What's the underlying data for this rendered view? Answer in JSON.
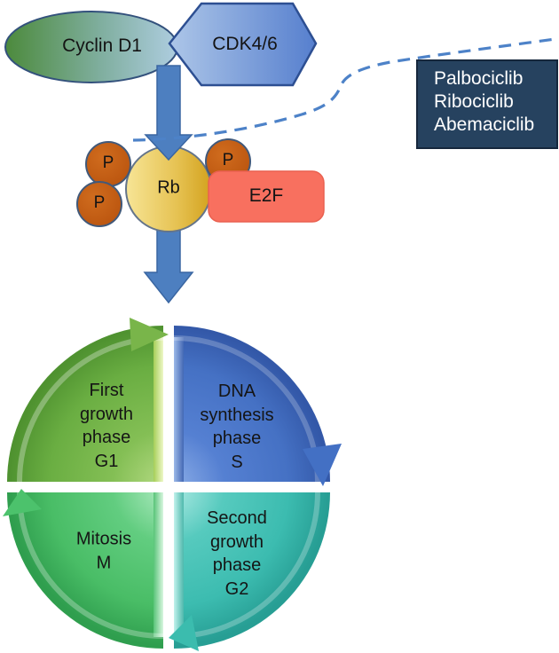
{
  "pathway": {
    "cyclin_d1": "Cyclin D1",
    "cdk46": "CDK4/6",
    "rb": "Rb",
    "phospho": "P",
    "e2f": "E2F",
    "inhibitor_box": {
      "lines": [
        "Palbociclib",
        "Ribociclib",
        "Abemaciclib"
      ]
    }
  },
  "cell_cycle": {
    "g1": {
      "lines": [
        "First",
        "growth",
        "phase",
        "G1"
      ]
    },
    "s": {
      "lines": [
        "DNA",
        "synthesis",
        "phase",
        "S"
      ]
    },
    "g2": {
      "lines": [
        "Second",
        "growth",
        "phase",
        "G2"
      ]
    },
    "m": {
      "lines": [
        "Mitosis",
        "M"
      ]
    }
  },
  "colors": {
    "arrow_blue": "#4d7fc0",
    "arrow_border": "#3a66a2",
    "dashed_line_blue": "#4d82c8",
    "inhibitor_box_navy": "#26425f",
    "inhibitor_box_border": "#16273c",
    "inhibitor_text": "#ffffff",
    "e2f_salmon": "#f8705f",
    "e2f_border": "#ea6150",
    "phospho_orange": "#c35a10",
    "phospho_border": "#41597a",
    "rb_gold": "#e8c24e",
    "g1_green": "#79b54a",
    "s_blue": "#4370c4",
    "g2_teal": "#3bbcae",
    "m_green": "#4cc26c"
  }
}
